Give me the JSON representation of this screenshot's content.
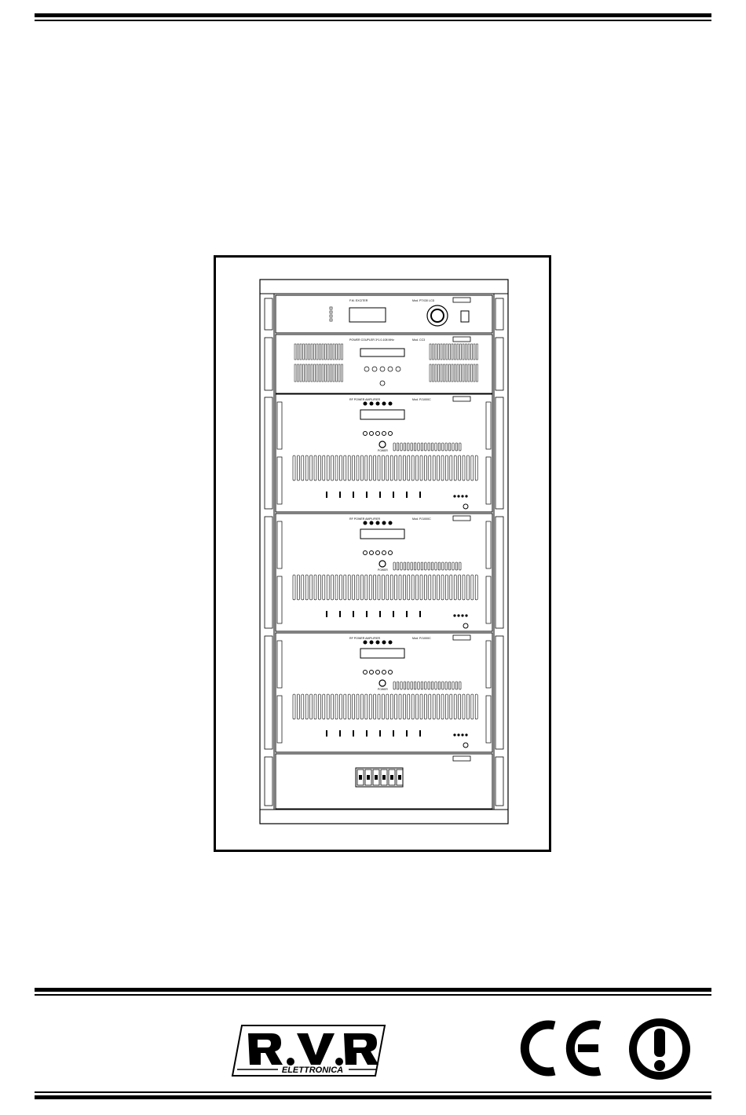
{
  "header": {
    "rule": "double-line"
  },
  "figure": {
    "type": "rack-transmitter-illustration",
    "units": [
      {
        "id": "exciter",
        "title": "F.M. EXCITER",
        "model": "Mod. PTX30 LCD"
      },
      {
        "id": "combiner",
        "title": "POWER COUPLER 3*1.0-108 MHz",
        "model": "Mod. CC3"
      },
      {
        "id": "amp1",
        "title": "RF POWER AMPLIFIER",
        "model": "Mod. PJ1000C",
        "power_label": "POWER"
      },
      {
        "id": "amp2",
        "title": "RF POWER AMPLIFIER",
        "model": "Mod. PJ1000C",
        "power_label": "POWER"
      },
      {
        "id": "amp3",
        "title": "RF POWER AMPLIFIER",
        "model": "Mod. PJ1000C",
        "power_label": "POWER"
      },
      {
        "id": "breakers",
        "title": ""
      }
    ]
  },
  "footer": {
    "logo_text": "R.V.R.",
    "logo_subtitle": "ELETTRONICA",
    "marks": [
      "CE",
      "alert"
    ]
  }
}
